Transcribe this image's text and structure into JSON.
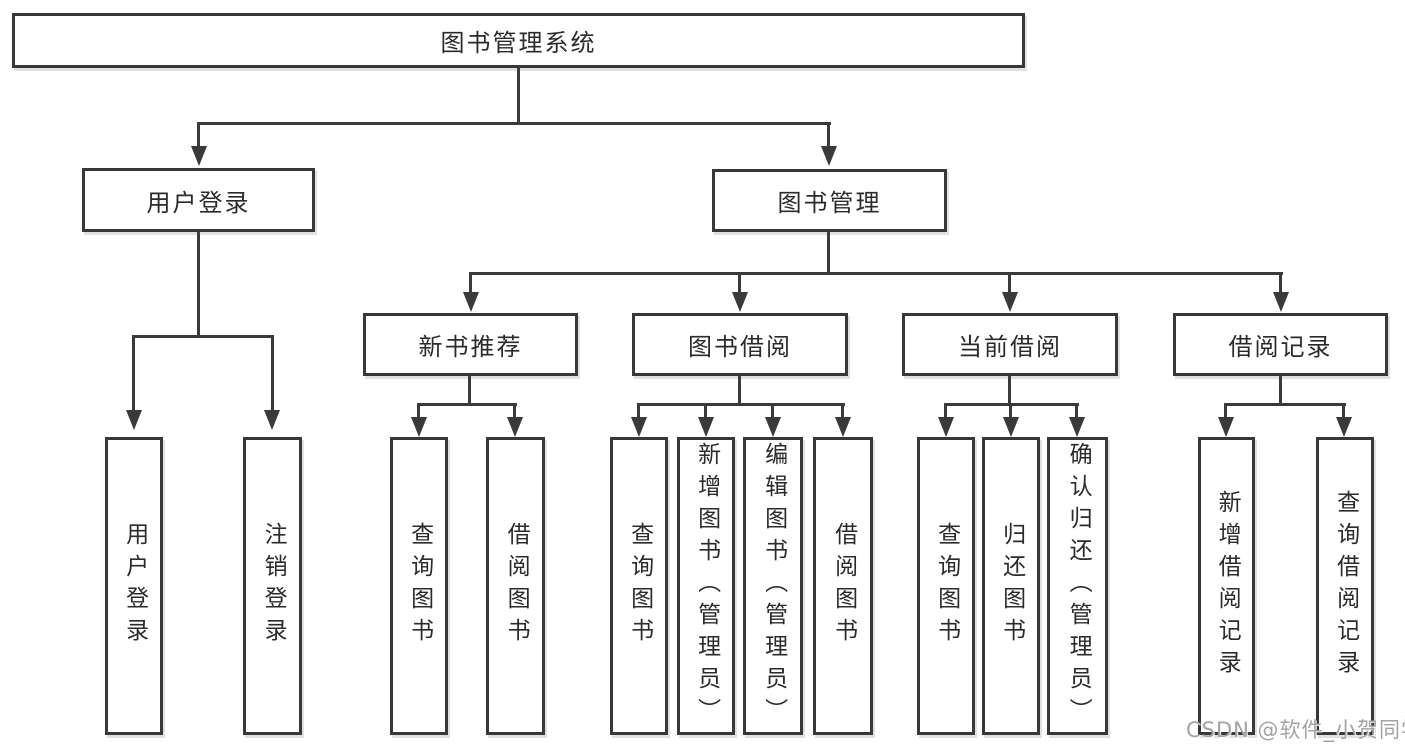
{
  "tree": {
    "label": "图书管理系统",
    "children": [
      {
        "label": "用户登录",
        "children": [
          {
            "label": "用户登录"
          },
          {
            "label": "注销登录"
          }
        ]
      },
      {
        "label": "图书管理",
        "children": [
          {
            "label": "新书推荐",
            "children": [
              {
                "label": "查询图书"
              },
              {
                "label": "借阅图书"
              }
            ]
          },
          {
            "label": "图书借阅",
            "children": [
              {
                "label": "查询图书"
              },
              {
                "label": "新增图书（管理员）"
              },
              {
                "label": "编辑图书（管理员）"
              },
              {
                "label": "借阅图书"
              }
            ]
          },
          {
            "label": "当前借阅",
            "children": [
              {
                "label": "查询图书"
              },
              {
                "label": "归还图书"
              },
              {
                "label": "确认归还（管理员）"
              }
            ]
          },
          {
            "label": "借阅记录",
            "children": [
              {
                "label": "新增借阅记录"
              },
              {
                "label": "查询借阅记录"
              }
            ]
          }
        ]
      }
    ]
  },
  "watermark": "CSDN @软件_小贺同学",
  "colors": {
    "line": "#3a3a3a",
    "text": "#2b2b2b",
    "background": "#ffffff",
    "watermark": "#a3a3a3"
  }
}
